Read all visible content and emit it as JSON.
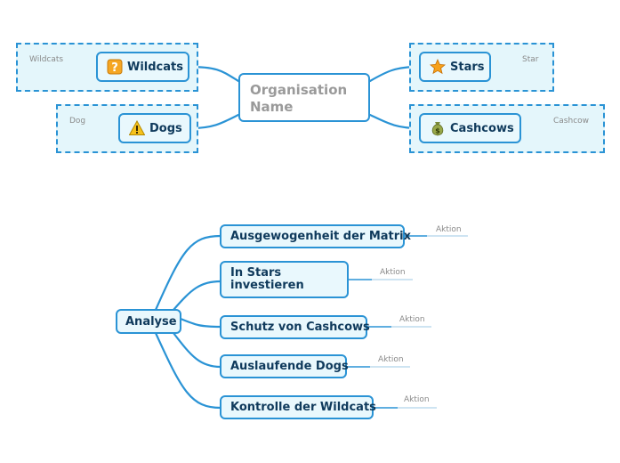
{
  "root": {
    "label": "Organisation Name"
  },
  "categories": [
    {
      "id": "wildcats",
      "label": "Wildcats",
      "note": "Wildcats",
      "icon": "question-icon"
    },
    {
      "id": "dogs",
      "label": "Dogs",
      "note": "Dog",
      "icon": "warning-icon"
    },
    {
      "id": "stars",
      "label": "Stars",
      "note": "Star",
      "icon": "star-icon"
    },
    {
      "id": "cashcows",
      "label": "Cashcows",
      "note": "Cashcow",
      "icon": "money-bag-icon"
    }
  ],
  "analysis": {
    "label": "Analyse",
    "items": [
      {
        "label": "Ausgewogenheit der Matrix",
        "note": "Aktion"
      },
      {
        "label": "In Stars investieren",
        "note": "Aktion"
      },
      {
        "label": "Schutz von Cashcows",
        "note": "Aktion"
      },
      {
        "label": "Auslaufende Dogs",
        "note": "Aktion"
      },
      {
        "label": "Kontrolle der Wildcats",
        "note": "Aktion"
      }
    ]
  },
  "colors": {
    "accent": "#2a93d5",
    "node_fill": "#e9f8fd",
    "frame_fill": "#e4f6fb",
    "text": "#0f3a5c",
    "root_text": "#9a9a9a",
    "note_text": "#8a8a8a"
  }
}
